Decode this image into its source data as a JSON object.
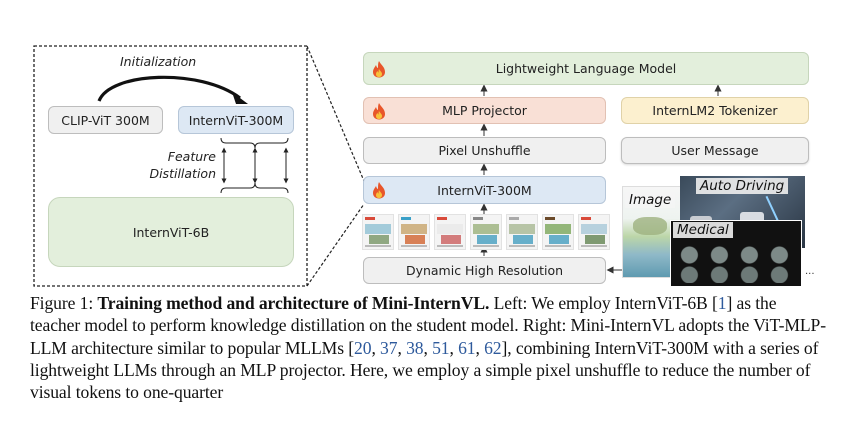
{
  "figure": {
    "left_panel": {
      "initialization_label": "Initialization",
      "clip_vit_label": "CLIP-ViT 300M",
      "internvit_300m_label": "InternViT-300M",
      "feature_distillation_line1": "Feature",
      "feature_distillation_line2": "Distillation",
      "internvit_6b_label": "InternViT-6B"
    },
    "right_panel": {
      "llm_label": "Lightweight Language Model",
      "mlp_projector_label": "MLP Projector",
      "tokenizer_label": "InternLM2 Tokenizer",
      "pixel_unshuffle_label": "Pixel Unshuffle",
      "user_message_label": "User Message",
      "internvit_label": "InternViT-300M",
      "dynamic_high_res_label": "Dynamic High Resolution",
      "image_label": "Image",
      "auto_driving_label": "Auto Driving",
      "medical_label": "Medical",
      "ellipsis": "..."
    },
    "trainable_icon": "fire-icon",
    "colors": {
      "llm_box": "#e3efdc",
      "mlp_box": "#f9e0d6",
      "tokenizer_box": "#fcf0cf",
      "vit_box": "#dde8f4",
      "gray_box": "#f0f0f0",
      "link": "#2e5a9c"
    }
  },
  "caption": {
    "prefix": "Figure 1: ",
    "title": "Training method and architecture of Mini-InternVL.",
    "text1": " Left: We employ InternViT-6B [",
    "ref1": "1",
    "text2": "] as the teacher model to perform knowledge distillation on the student model. Right: Mini-InternVL adopts the ViT-MLP-LLM architecture similar to popular MLLMs [",
    "refs": [
      "20",
      "37",
      "38",
      "51",
      "61",
      "62"
    ],
    "text3": "], combining InternViT-300M with a series of lightweight LLMs through an MLP projector. Here, we employ a simple pixel unshuffle to reduce the number of visual tokens to one-quarter"
  }
}
